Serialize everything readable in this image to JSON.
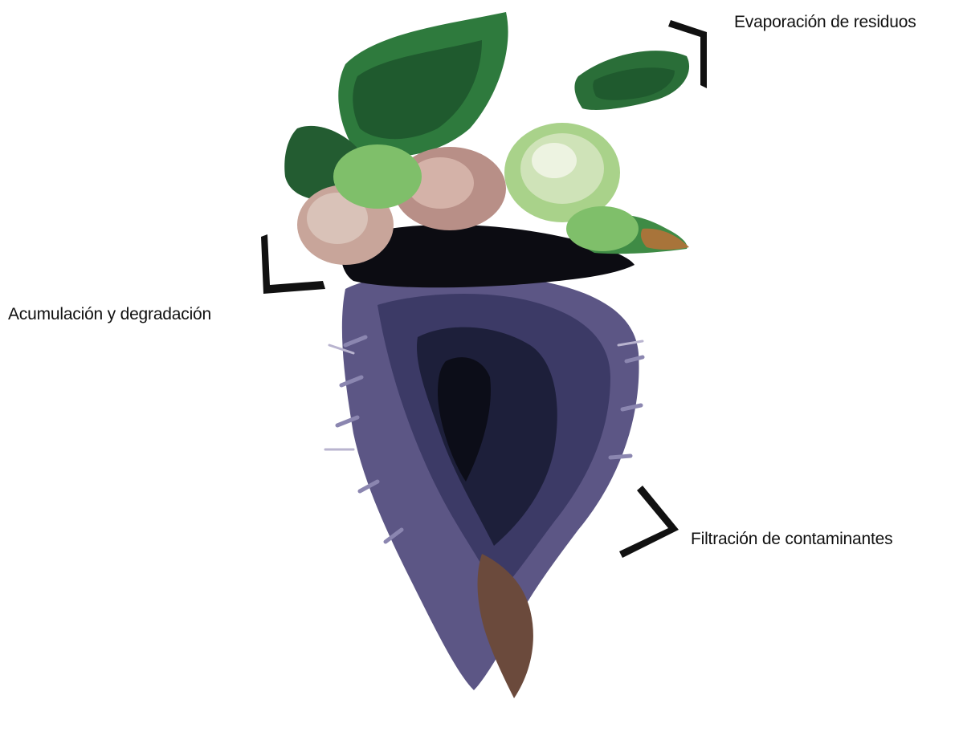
{
  "labels": {
    "evaporation": "Evaporación de residuos",
    "accumulation": "Acumulación y degradación",
    "filtration": "Filtración de contaminantes"
  },
  "icons": {
    "top_right_marker": "chevron-bracket-icon",
    "left_marker": "chevron-bracket-icon",
    "lower_right_marker": "chevron-bracket-icon"
  },
  "colors": {
    "leaf_dark": "#1f5a2e",
    "leaf_mid": "#3f8b45",
    "bulb_light": "#cfe3b8",
    "bulb_pink": "#c8a59a",
    "roots_purple": "#5c5685",
    "roots_dark": "#1d1f3a",
    "stem_brown": "#6b4a3c",
    "marker": "#111111"
  }
}
